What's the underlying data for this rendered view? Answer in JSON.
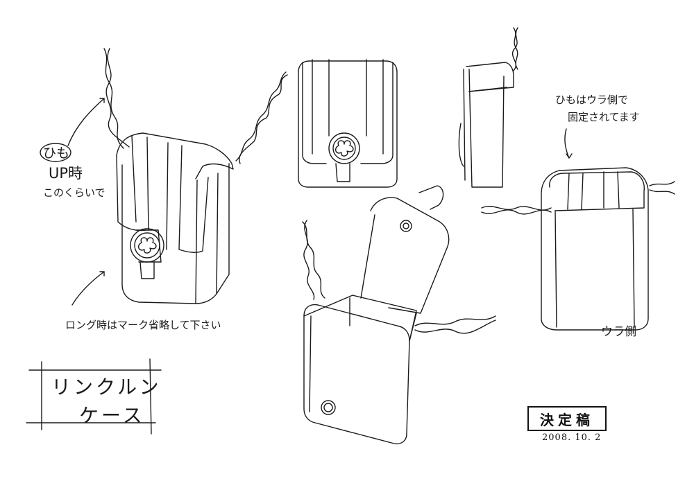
{
  "notes": {
    "himo": "ひも",
    "up_time": "UP時",
    "this_size": "このくらいで",
    "strap_fixed_1": "ひもはウラ側で",
    "strap_fixed_2": "固定されてます",
    "long_note": "ロング時はマーク省略して下さい",
    "back_side": "ウラ側"
  },
  "title": {
    "line1": "リンクルン",
    "line2": "ケース"
  },
  "stamp": {
    "label": "決定稿",
    "date": "2008. 10. 2"
  },
  "colors": {
    "ink": "#1a1a1a",
    "paper": "#ffffff"
  }
}
